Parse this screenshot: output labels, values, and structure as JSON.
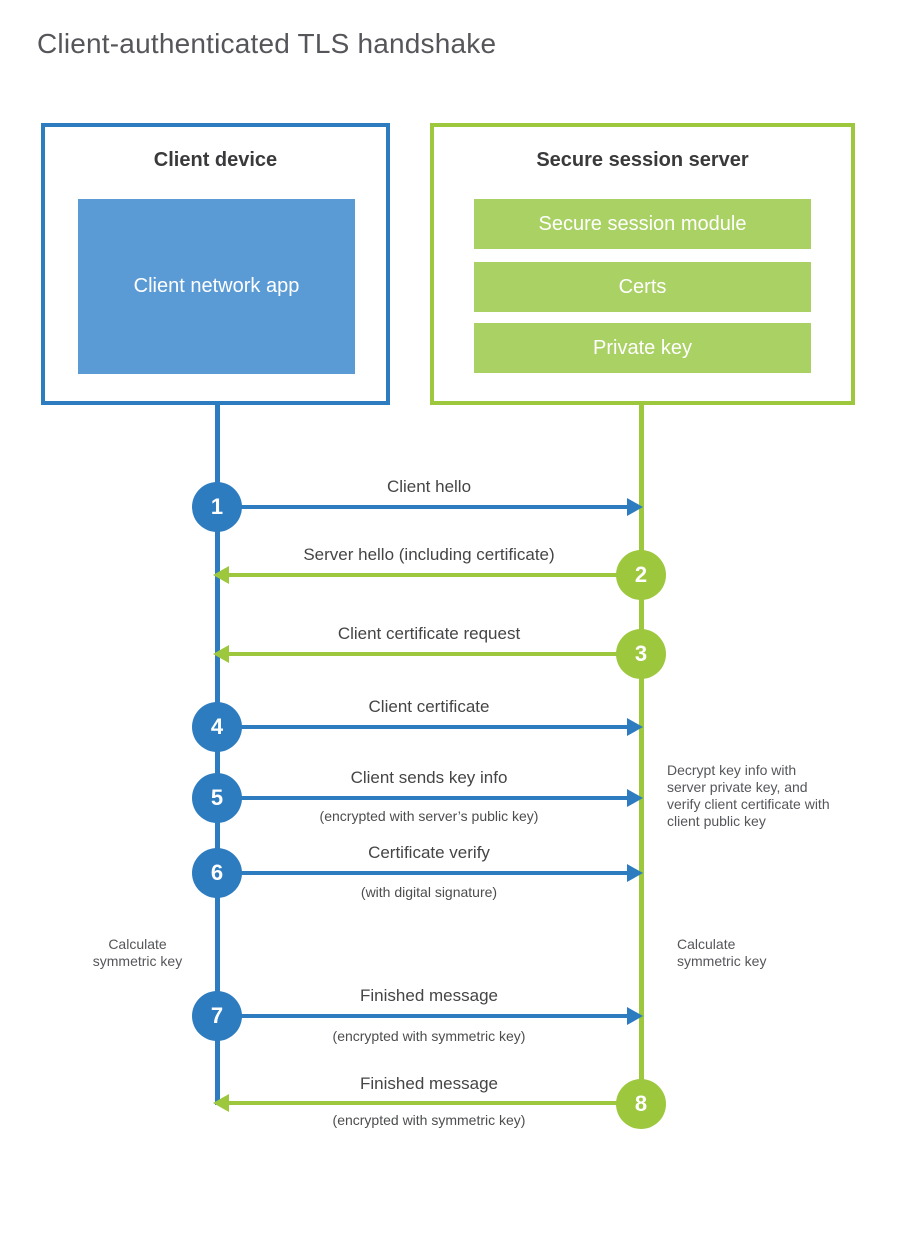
{
  "title": "Client-authenticated TLS handshake",
  "colors": {
    "blue": "#2e7cc0",
    "blue_fill": "#5b9bd5",
    "green": "#9dc83e",
    "green_fill": "#aad164",
    "title_text": "#55565a",
    "label_text": "#454547"
  },
  "client_box": {
    "title": "Client device",
    "app_label": "Client network app"
  },
  "server_box": {
    "title": "Secure session server",
    "modules": [
      "Secure session module",
      "Certs",
      "Private key"
    ]
  },
  "steps": [
    {
      "num": "1",
      "label": "Client hello",
      "direction": "right",
      "color": "blue"
    },
    {
      "num": "2",
      "label": "Server hello (including certificate)",
      "direction": "left",
      "color": "green"
    },
    {
      "num": "3",
      "label": "Client certificate request",
      "direction": "left",
      "color": "green"
    },
    {
      "num": "4",
      "label": "Client certificate",
      "direction": "right",
      "color": "blue"
    },
    {
      "num": "5",
      "label": "Client sends key info",
      "sub": "(encrypted with server’s public key)",
      "direction": "right",
      "color": "blue"
    },
    {
      "num": "6",
      "label": "Certificate verify",
      "sub": "(with digital signature)",
      "direction": "right",
      "color": "blue"
    },
    {
      "num": "7",
      "label": "Finished message",
      "sub": "(encrypted with symmetric key)",
      "direction": "right",
      "color": "blue"
    },
    {
      "num": "8",
      "label": "Finished message",
      "sub": "(encrypted with symmetric key)",
      "direction": "left",
      "color": "green"
    }
  ],
  "notes": {
    "decrypt": "Decrypt key info with server private key, and verify client certificate with client public key",
    "calc_left": "Calculate symmetric key",
    "calc_right": "Calculate symmetric key"
  }
}
